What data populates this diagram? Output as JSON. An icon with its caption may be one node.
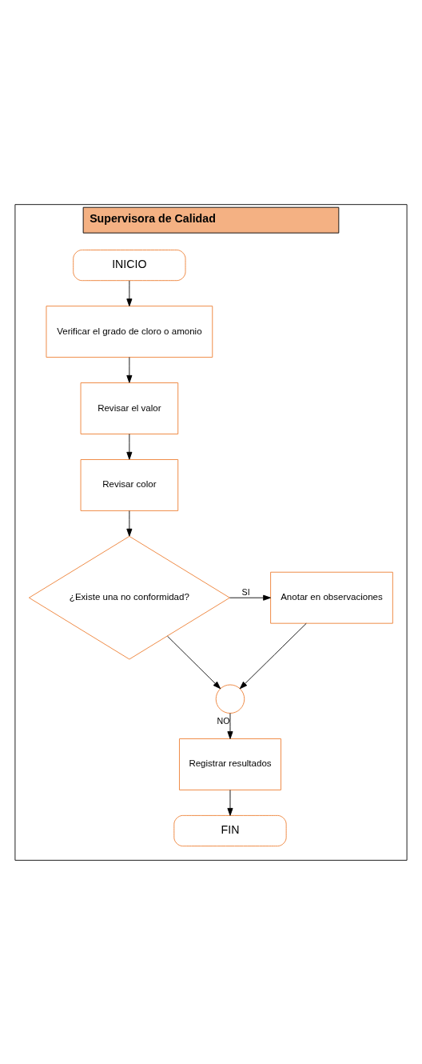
{
  "diagram": {
    "nodes": [
      {
        "text": [
          "Supervisora de Calidad"
        ]
      },
      {
        "text": [
          "INICIO"
        ],
        "in": 0
      },
      {
        "text": [
          "Verificar el grado de cloro o amonio"
        ],
        "in": 0
      },
      {
        "text": [
          "Revisar el valor"
        ],
        "in": 0
      },
      {
        "text": [
          "Revisar color"
        ],
        "in": 0
      },
      {
        "text": [
          "¿Existe una no conformidad?"
        ],
        "in": 0
      },
      {
        "text": [
          "Anotar en observaciones"
        ],
        "in": 0
      },
      {
        "text": [],
        "shape": "circle",
        "in": 0
      },
      {
        "text": [
          "Registrar resultados"
        ],
        "in": 0
      },
      {
        "text": [
          "FIN"
        ],
        "in": 0
      }
    ],
    "edges": [
      {
        "from": 1,
        "to": 2,
        "arrow": "to"
      },
      {
        "from": 2,
        "to": 3,
        "arrow": "to"
      },
      {
        "from": 3,
        "to": 4,
        "arrow": "to"
      },
      {
        "from": 4,
        "to": 5,
        "arrow": "to"
      },
      {
        "from": 5,
        "to": 6,
        "arrow": "to",
        "label": "SI"
      },
      {
        "from": 5,
        "to": 7,
        "arrow": "to"
      },
      {
        "from": 6,
        "to": 7,
        "arrow": "to"
      },
      {
        "from": 7,
        "to": 8,
        "arrow": "to",
        "label": "NO"
      },
      {
        "from": 8,
        "to": 9,
        "arrow": "to"
      }
    ]
  }
}
